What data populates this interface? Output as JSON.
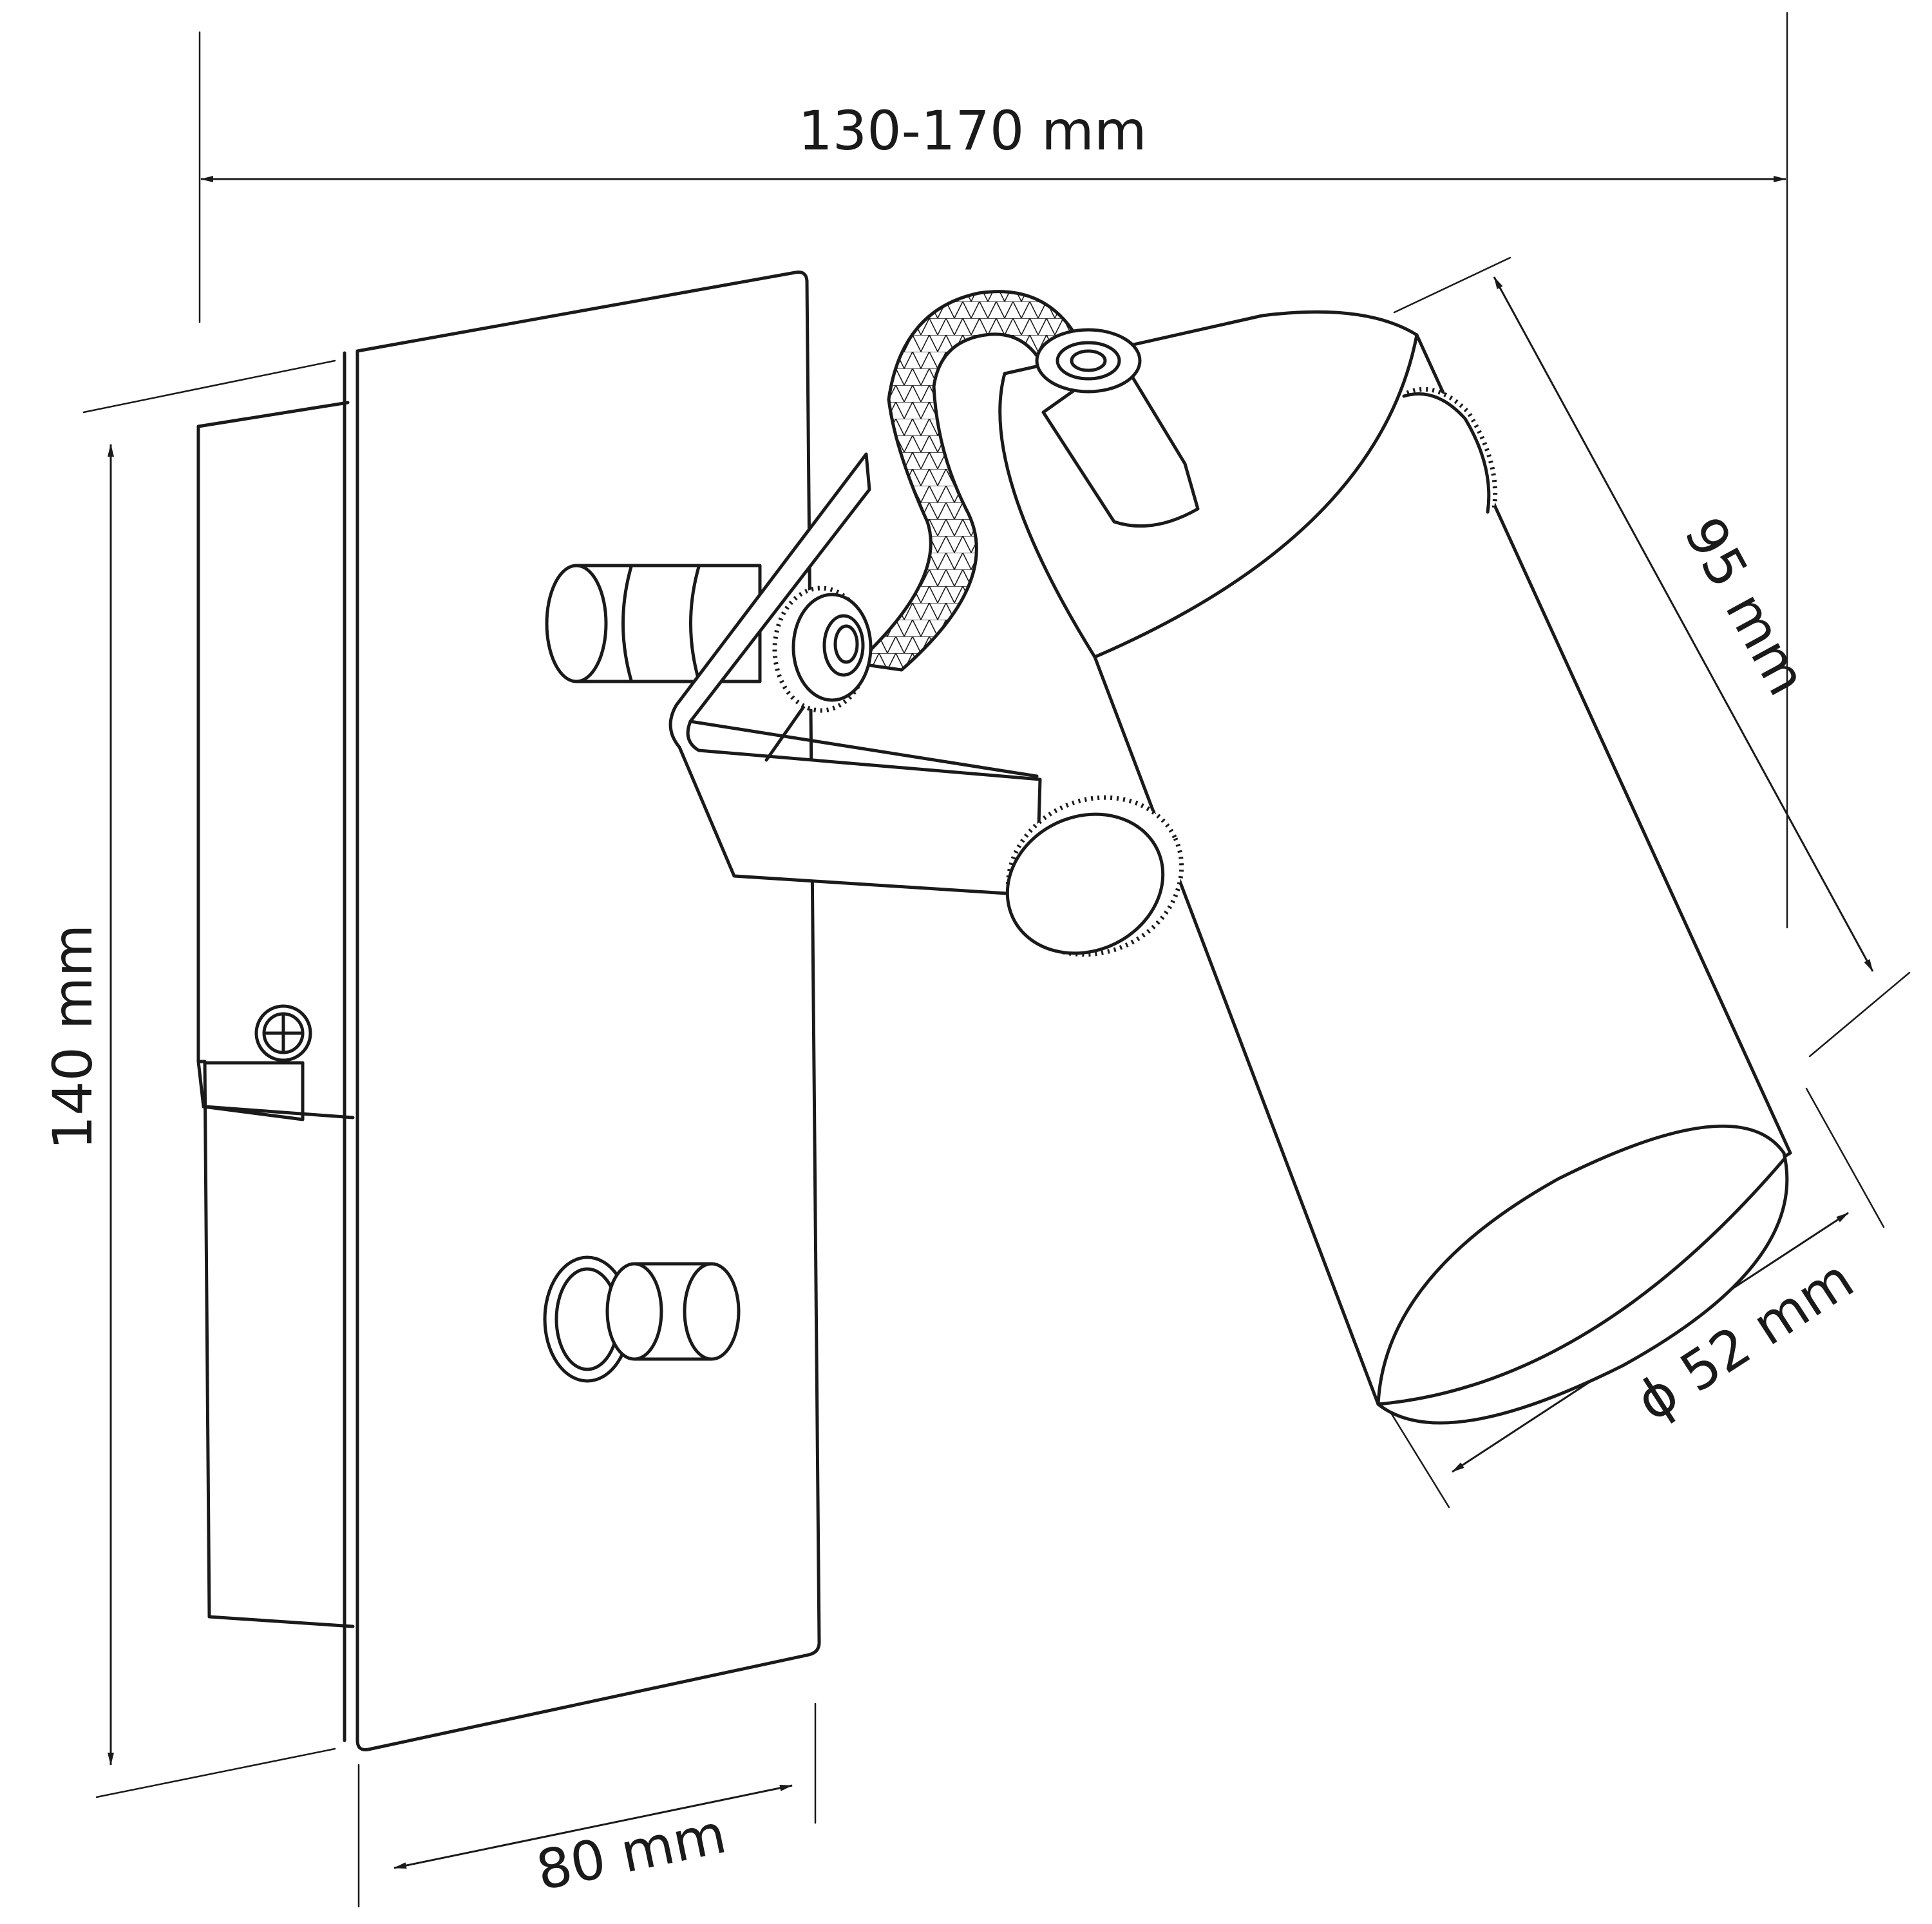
{
  "dimensions": {
    "overall_width": "130-170 mm",
    "height": "140 mm",
    "plate_width": "80 mm",
    "head_length": "95 mm",
    "head_diameter": "ϕ 52 mm"
  },
  "colors": {
    "line": "#1a1a1a",
    "background": "#ffffff"
  }
}
